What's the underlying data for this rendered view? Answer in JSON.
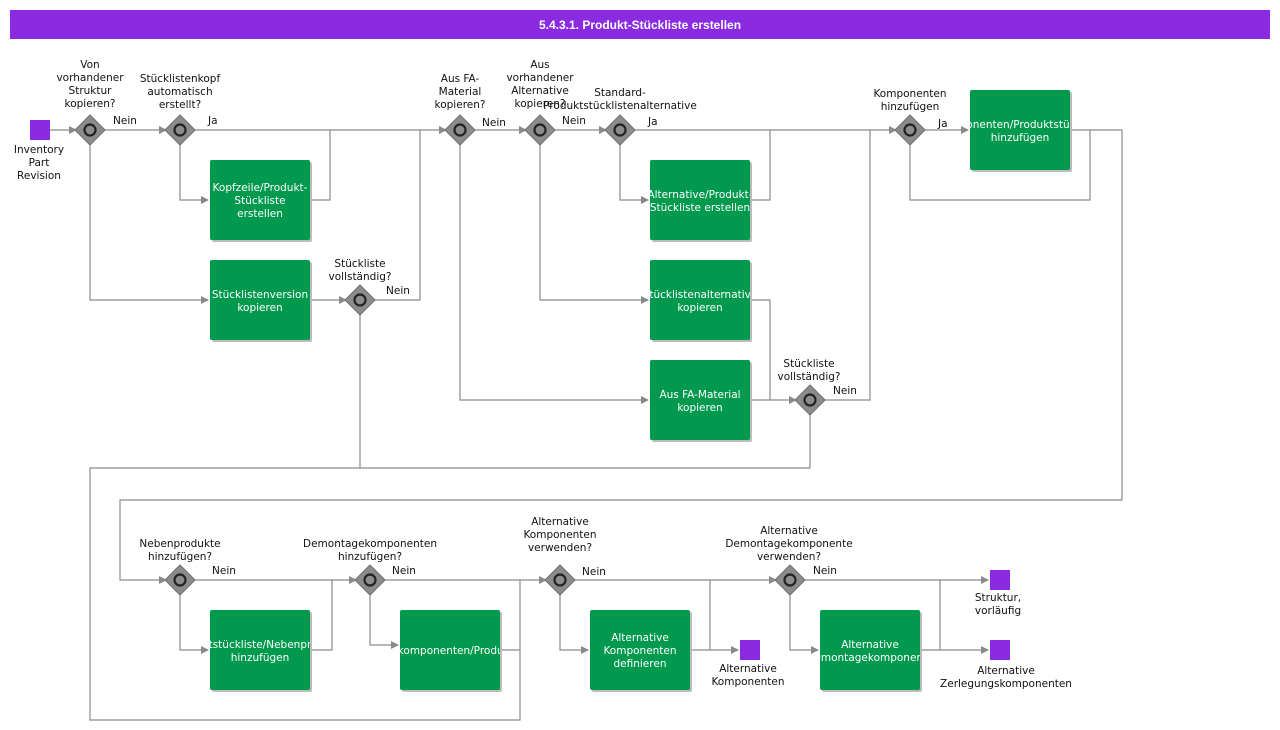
{
  "title": "5.4.3.1. Produkt-Stückliste erstellen",
  "events": [
    {
      "id": "e_start",
      "label": [
        "Inventory",
        "Part",
        "Revision"
      ]
    },
    {
      "id": "e_altkomp",
      "label": [
        "Alternative",
        "Komponenten"
      ]
    },
    {
      "id": "e_struktur",
      "label": [
        "Struktur,",
        "vorläufig"
      ]
    },
    {
      "id": "e_altzerl",
      "label": [
        "Alternative",
        "Zerlegungskomponenten"
      ]
    }
  ],
  "gateways": [
    {
      "id": "g1",
      "question": [
        "Von",
        "vorhandener",
        "Struktur",
        "kopieren?"
      ]
    },
    {
      "id": "g2",
      "question": [
        "Stücklistenkopf",
        "automatisch",
        "erstellt?"
      ]
    },
    {
      "id": "g3",
      "question": [
        "Stückliste",
        "vollständig?"
      ]
    },
    {
      "id": "g4",
      "question": [
        "Aus FA-",
        "Material",
        "kopieren?"
      ]
    },
    {
      "id": "g5",
      "question": [
        "Aus",
        "vorhandener",
        "Alternative",
        "kopieren?"
      ]
    },
    {
      "id": "g6",
      "question": [
        "Standard-",
        "Produktstücklistenalternative"
      ]
    },
    {
      "id": "g7",
      "question": [
        "Stückliste",
        "vollständig?"
      ]
    },
    {
      "id": "g8",
      "question": [
        "Komponenten",
        "hinzufügen"
      ]
    },
    {
      "id": "g9",
      "question": [
        "Nebenprodukte",
        "hinzufügen?"
      ]
    },
    {
      "id": "g10",
      "question": [
        "Demontagekomponenten",
        "hinzufügen?"
      ]
    },
    {
      "id": "g11",
      "question": [
        "Alternative",
        "Komponenten",
        "verwenden?"
      ]
    },
    {
      "id": "g12",
      "question": [
        "Alternative",
        "Demontagekomponente",
        "verwenden?"
      ]
    }
  ],
  "tasks": [
    {
      "id": "t1",
      "text": [
        "Kopfzeile/Produkt-",
        "Stückliste",
        "erstellen"
      ]
    },
    {
      "id": "t2",
      "text": [
        "Stücklistenversion",
        "kopieren"
      ]
    },
    {
      "id": "t3",
      "text": [
        "Alternative/Produkt-",
        "Stückliste erstellen"
      ]
    },
    {
      "id": "t4",
      "text": [
        "Stücklistenalternative",
        "kopieren"
      ]
    },
    {
      "id": "t5",
      "text": [
        "Aus FA-Material",
        "kopieren"
      ]
    },
    {
      "id": "t6",
      "text": [
        "Komponenten/Produktstückliste",
        "hinzufügen"
      ]
    },
    {
      "id": "t7",
      "text": [
        "Produktstückliste/Nebenprodukte",
        "hinzufügen"
      ]
    },
    {
      "id": "t8",
      "text": [
        "Demontagekomponenten/Produktstückliste"
      ]
    },
    {
      "id": "t9",
      "text": [
        "Alternative",
        "Komponenten",
        "definieren"
      ]
    },
    {
      "id": "t10",
      "text": [
        "Alternative",
        "Demontagekomponente"
      ]
    }
  ],
  "flow_labels": [
    {
      "id": "f1",
      "text": "Nein"
    },
    {
      "id": "f2",
      "text": "Ja"
    },
    {
      "id": "f3",
      "text": "Nein"
    },
    {
      "id": "f4",
      "text": "Nein"
    },
    {
      "id": "f5",
      "text": "Nein"
    },
    {
      "id": "f6",
      "text": "Ja"
    },
    {
      "id": "f7",
      "text": "Nein"
    },
    {
      "id": "f8",
      "text": "Ja"
    },
    {
      "id": "f9",
      "text": "Nein"
    },
    {
      "id": "f10",
      "text": "Nein"
    },
    {
      "id": "f11",
      "text": "Nein"
    },
    {
      "id": "f12",
      "text": "Nein"
    }
  ],
  "colors": {
    "title_bar": "#8a2be2",
    "task": "#00994d",
    "event": "#8a2be2",
    "gateway": "#8c8c8c",
    "connector": "#8a8a8a"
  }
}
